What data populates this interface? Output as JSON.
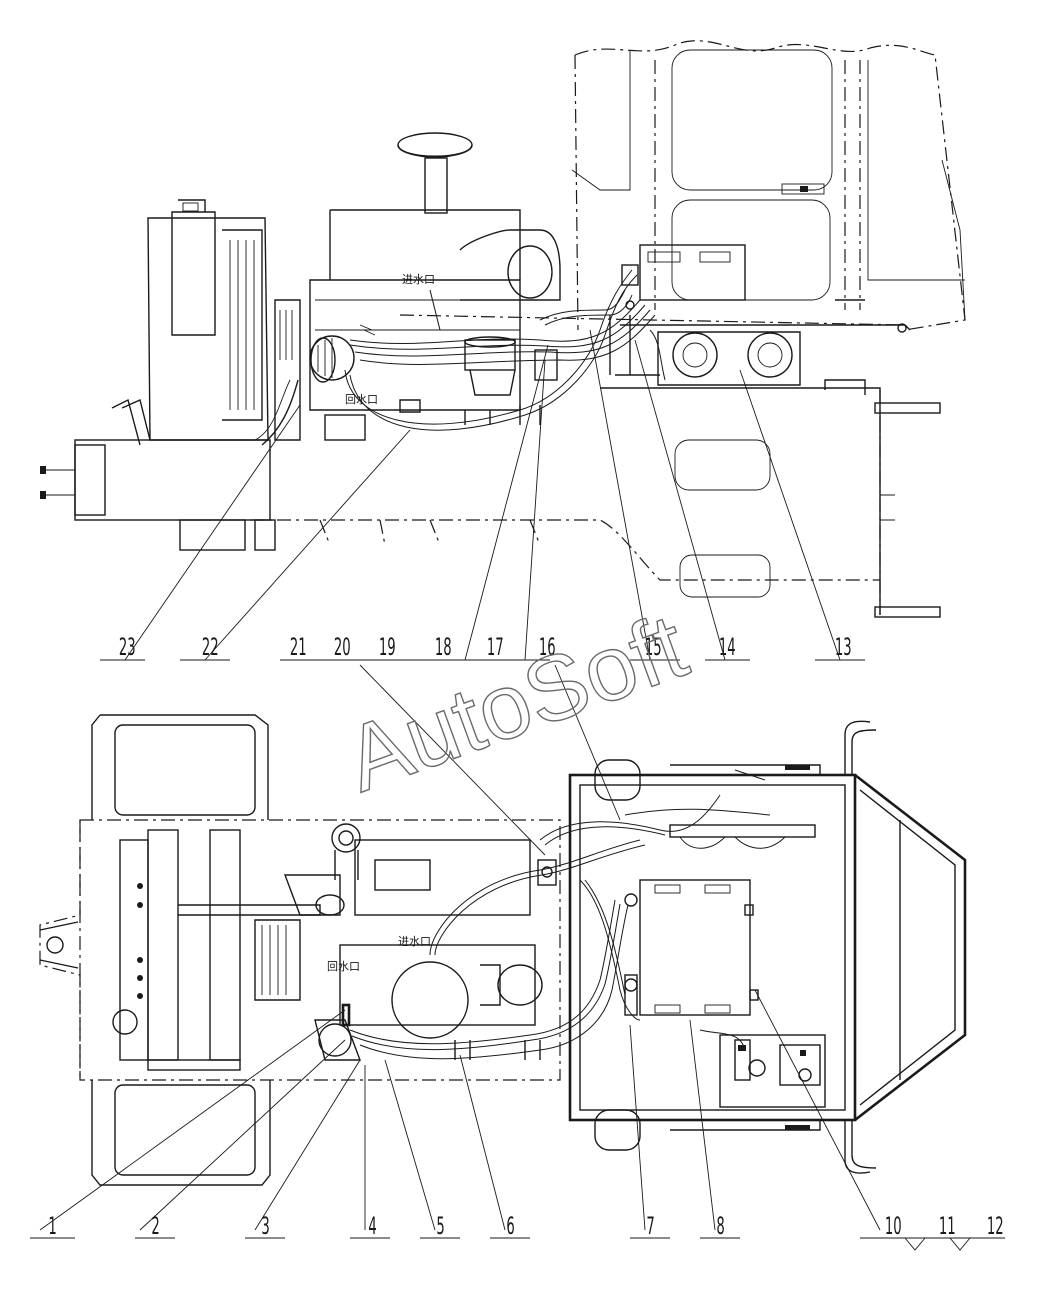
{
  "watermark": "AutoSoft",
  "zone_labels": {
    "top_inlet": "进水口",
    "top_return": "回水口",
    "bottom_inlet": "进水口",
    "bottom_return": "回水口"
  },
  "callouts_top": [
    "23",
    "22",
    "21",
    "20",
    "19",
    "18",
    "17",
    "16",
    "15",
    "14",
    "13"
  ],
  "callouts_bottom": [
    "1",
    "2",
    "3",
    "4",
    "5",
    "6",
    "7",
    "8",
    "10",
    "11",
    "12"
  ]
}
